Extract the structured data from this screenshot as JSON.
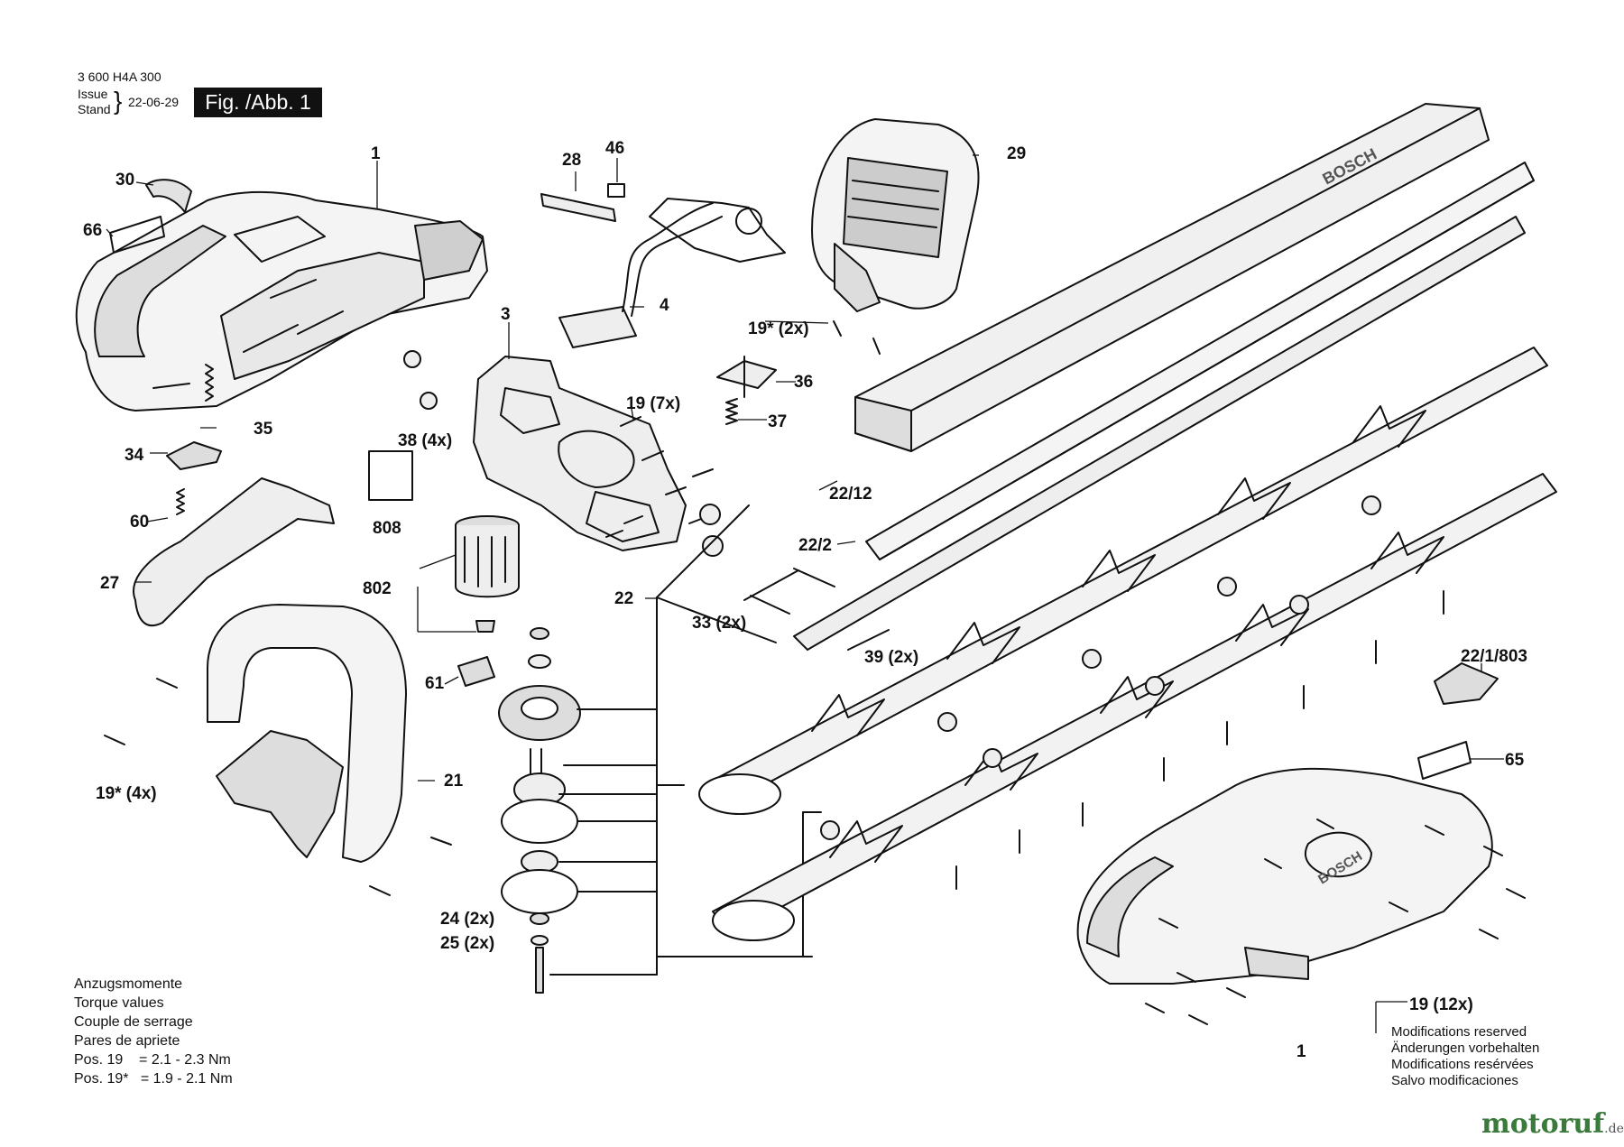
{
  "header": {
    "doc_number": "3 600 H4A 300",
    "issue_label_1": "Issue",
    "issue_label_2": "Stand",
    "date": "22-06-29",
    "figure_label": "Fig. /Abb. 1"
  },
  "part_labels": {
    "p1_top": "1",
    "p1_bottom": "1",
    "p3": "3",
    "p4": "4",
    "p19_7x": "19 (7x)",
    "p19s_2x": "19* (2x)",
    "p19s_4x": "19* (4x)",
    "p19_12x": "19 (12x)",
    "p21": "21",
    "p22": "22",
    "p22_2": "22/2",
    "p22_12": "22/12",
    "p22_1_803": "22/1/803",
    "p24": "24 (2x)",
    "p25": "25 (2x)",
    "p27": "27",
    "p28": "28",
    "p29": "29",
    "p30": "30",
    "p33": "33 (2x)",
    "p34": "34",
    "p35": "35",
    "p36": "36",
    "p37": "37",
    "p38": "38 (4x)",
    "p39": "39 (2x)",
    "p46": "46",
    "p60": "60",
    "p61": "61",
    "p65": "65",
    "p66": "66",
    "p802": "802",
    "p808": "808"
  },
  "torque_notes": {
    "lines": [
      "Anzugsmomente",
      "Torque values",
      "Couple de serrage",
      "Pares de apriete",
      "Pos. 19    = 2.1 - 2.3 Nm",
      "Pos. 19*   = 1.9 - 2.1 Nm"
    ]
  },
  "modifications_note": {
    "lines": [
      "Modifications reserved",
      "Änderungen vorbehalten",
      "Modifications resérvées",
      "Salvo modificaciones"
    ]
  },
  "watermark": {
    "text": "motoruf",
    "suffix": ".de"
  },
  "brand_marks": [
    "BOSCH"
  ]
}
